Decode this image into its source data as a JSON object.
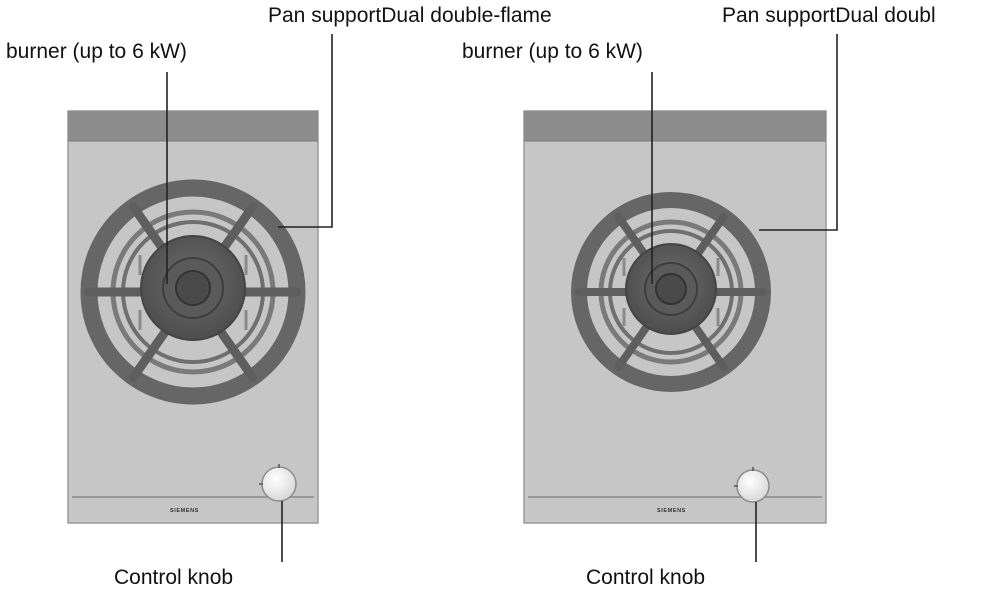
{
  "labels": {
    "left": {
      "burner_line1": "Pan supportDual double-flame",
      "burner_line2": "burner (up to 6 kW)",
      "pan_support": "Pan supportDual double-flame",
      "control_knob": "Control knob",
      "brand": "SIEMENS"
    },
    "right": {
      "burner_line2": "burner (up to 6 kW)",
      "pan_support": "Pan supportDual doubl",
      "control_knob": "Control knob",
      "brand": "SIEMENS"
    }
  },
  "colors": {
    "panel": "#c6c6c6",
    "panel_top_strip": "#8c8c8c",
    "grate": "#6a6a6a",
    "burner": "#565656",
    "knob": "#f2f2f2",
    "leader_line": "#222222"
  }
}
